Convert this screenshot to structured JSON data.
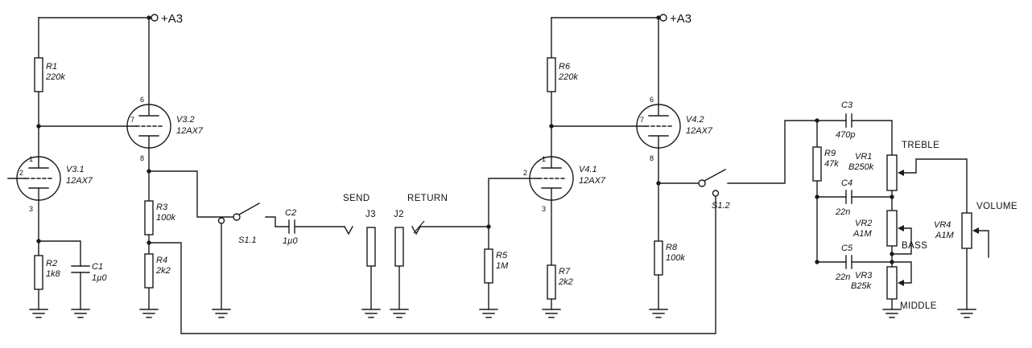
{
  "power": {
    "left": "+A3",
    "right": "+A3"
  },
  "tubes": {
    "v31": {
      "ref": "V3.1",
      "type": "12AX7",
      "pin_plate": "1",
      "pin_grid": "2",
      "pin_cathode": "3"
    },
    "v32": {
      "ref": "V3.2",
      "type": "12AX7",
      "pin_plate": "6",
      "pin_grid": "7",
      "pin_cathode": "8"
    },
    "v41": {
      "ref": "V4.1",
      "type": "12AX7",
      "pin_plate": "1",
      "pin_grid": "2",
      "pin_cathode": "3"
    },
    "v42": {
      "ref": "V4.2",
      "type": "12AX7",
      "pin_plate": "6",
      "pin_grid": "7",
      "pin_cathode": "8"
    }
  },
  "resistors": {
    "r1": {
      "ref": "R1",
      "value": "220k"
    },
    "r2": {
      "ref": "R2",
      "value": "1k8"
    },
    "r3": {
      "ref": "R3",
      "value": "100k"
    },
    "r4": {
      "ref": "R4",
      "value": "2k2"
    },
    "r5": {
      "ref": "R5",
      "value": "1M"
    },
    "r6": {
      "ref": "R6",
      "value": "220k"
    },
    "r7": {
      "ref": "R7",
      "value": "2k2"
    },
    "r8": {
      "ref": "R8",
      "value": "100k"
    },
    "r9": {
      "ref": "R9",
      "value": "47k"
    }
  },
  "capacitors": {
    "c1": {
      "ref": "C1",
      "value": "1µ0"
    },
    "c2": {
      "ref": "C2",
      "value": "1µ0"
    },
    "c3": {
      "ref": "C3",
      "value": "470p"
    },
    "c4": {
      "ref": "C4",
      "value": "22n"
    },
    "c5": {
      "ref": "C5",
      "value": "22n"
    }
  },
  "pots": {
    "vr1": {
      "ref": "VR1",
      "value": "B250k",
      "function": "TREBLE"
    },
    "vr2": {
      "ref": "VR2",
      "value": "A1M",
      "function": "BASS"
    },
    "vr3": {
      "ref": "VR3",
      "value": "B25k",
      "function": "MIDDLE"
    },
    "vr4": {
      "ref": "VR4",
      "value": "A1M",
      "function": "VOLUME"
    }
  },
  "switches": {
    "s11": {
      "ref": "S1.1"
    },
    "s12": {
      "ref": "S1.2"
    }
  },
  "jacks": {
    "j3": {
      "ref": "J3",
      "function": "SEND"
    },
    "j2": {
      "ref": "J2",
      "function": "RETURN"
    }
  }
}
